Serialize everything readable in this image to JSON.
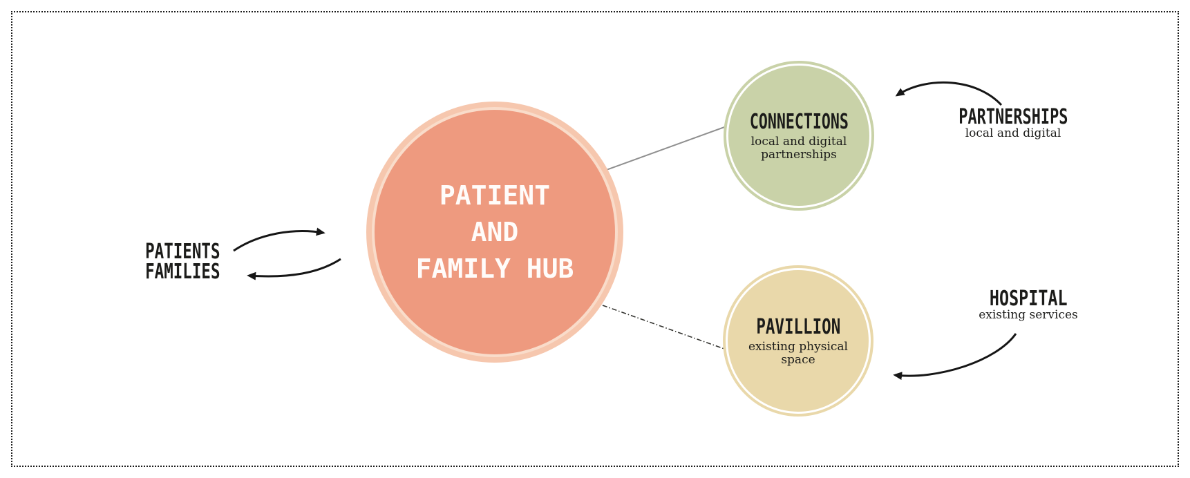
{
  "colors": {
    "hub_fill": "#EE9A7F",
    "hub_ring": "#F6C7AE",
    "hub_ring_line": "#F9DCCA",
    "hub_text": "#FFFCFA",
    "connections_fill": "#C9D2A8",
    "pavillion_fill": "#E9D8AA",
    "ink": "#1C1C1A",
    "connector_gray": "#8F8F8F",
    "arrow_black": "#161616",
    "border_dots": "#1C1C1C"
  },
  "hub": {
    "lines": [
      "PATIENT",
      "AND",
      "FAMILY HUB"
    ]
  },
  "connections": {
    "title": "CONNECTIONS",
    "subtitle_lines": [
      "local and digital",
      "partnerships"
    ]
  },
  "pavillion": {
    "title": "PAVILLION",
    "subtitle_lines": [
      "existing physical",
      "space"
    ]
  },
  "patients_label": {
    "lines": [
      "PATIENTS",
      "FAMILIES"
    ]
  },
  "partnerships_label": {
    "title": "PARTNERSHIPS",
    "subtitle": "local and digital"
  },
  "hospital_label": {
    "title": "HOSPITAL",
    "subtitle": "existing services"
  }
}
